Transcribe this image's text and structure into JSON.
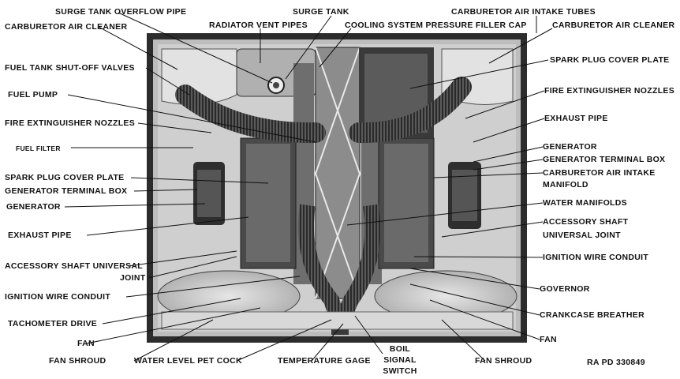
{
  "labels": {
    "surge_tank_overflow_pipe": "SURGE TANK OVERFLOW PIPE",
    "surge_tank": "SURGE TANK",
    "carburetor_air_intake_tubes": "CARBURETOR AIR INTAKE TUBES",
    "carburetor_air_cleaner_left": "CARBURETOR AIR CLEANER",
    "radiator_vent_pipes": "RADIATOR VENT PIPES",
    "cooling_system_pressure_filler_cap": "COOLING SYSTEM PRESSURE FILLER CAP",
    "carburetor_air_cleaner_right": "CARBURETOR AIR CLEANER",
    "fuel_tank_shut_off_valves": "FUEL TANK SHUT-OFF VALVES",
    "spark_plug_cover_plate_right": "SPARK PLUG COVER PLATE",
    "fuel_pump": "FUEL PUMP",
    "fire_extinguisher_nozzles_right": "FIRE EXTINGUISHER NOZZLES",
    "fire_extinguisher_nozzles_left": "FIRE EXTINGUISHER NOZZLES",
    "exhaust_pipe_right": "EXHAUST PIPE",
    "fuel_filter": "FUEL FILTER",
    "generator_right": "GENERATOR",
    "generator_terminal_box_right": "GENERATOR TERMINAL BOX",
    "carburetor_air_intake_manifold_1": "CARBURETOR AIR INTAKE",
    "carburetor_air_intake_manifold_2": "MANIFOLD",
    "spark_plug_cover_plate_left": "SPARK PLUG COVER PLATE",
    "generator_terminal_box_left": "GENERATOR TERMINAL BOX",
    "water_manifolds": "WATER MANIFOLDS",
    "generator_left": "GENERATOR",
    "accessory_shaft_universal_joint_right_1": "ACCESSORY SHAFT",
    "accessory_shaft_universal_joint_right_2": "UNIVERSAL JOINT",
    "exhaust_pipe_left": "EXHAUST PIPE",
    "ignition_wire_conduit_right": "IGNITION WIRE CONDUIT",
    "accessory_shaft_universal_joint_left_1": "ACCESSORY SHAFT UNIVERSAL",
    "accessory_shaft_universal_joint_left_2": "JOINT",
    "governor": "GOVERNOR",
    "ignition_wire_conduit_left": "IGNITION WIRE CONDUIT",
    "crankcase_breather": "CRANKCASE BREATHER",
    "tachometer_drive": "TACHOMETER DRIVE",
    "fan_right": "FAN",
    "fan_left": "FAN",
    "boil_signal_switch_1": "BOIL",
    "boil_signal_switch_2": "SIGNAL",
    "boil_signal_switch_3": "SWITCH",
    "fan_shroud_left": "FAN SHROUD",
    "water_level_pet_cock": "WATER LEVEL PET COCK",
    "temperature_gage": "TEMPERATURE GAGE",
    "fan_shroud_right": "FAN SHROUD",
    "figure_reference": "RA PD 330849"
  },
  "colors": {
    "ink": "#111111",
    "panel": "#c9c9c9",
    "frame": "#3a3a3a",
    "pipe": "#555555"
  }
}
